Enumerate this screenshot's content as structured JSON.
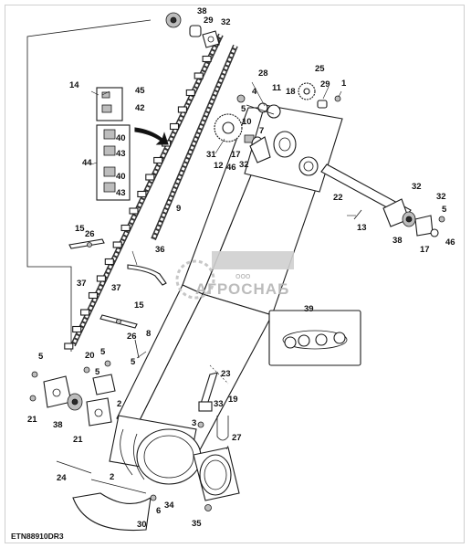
{
  "figure": {
    "id": "ETN88910DR3"
  },
  "watermark": {
    "brand": "АГРОСНАБ",
    "prefix": "ООО"
  },
  "callouts": [
    {
      "n": "38"
    },
    {
      "n": "29"
    },
    {
      "n": "32"
    },
    {
      "n": "28"
    },
    {
      "n": "25"
    },
    {
      "n": "14"
    },
    {
      "n": "45"
    },
    {
      "n": "42"
    },
    {
      "n": "4"
    },
    {
      "n": "11"
    },
    {
      "n": "18"
    },
    {
      "n": "29"
    },
    {
      "n": "1"
    },
    {
      "n": "5"
    },
    {
      "n": "10"
    },
    {
      "n": "40"
    },
    {
      "n": "7"
    },
    {
      "n": "43"
    },
    {
      "n": "31"
    },
    {
      "n": "17"
    },
    {
      "n": "44"
    },
    {
      "n": "12"
    },
    {
      "n": "46"
    },
    {
      "n": "32"
    },
    {
      "n": "40"
    },
    {
      "n": "43"
    },
    {
      "n": "22"
    },
    {
      "n": "32"
    },
    {
      "n": "9"
    },
    {
      "n": "5"
    },
    {
      "n": "32"
    },
    {
      "n": "13"
    },
    {
      "n": "38"
    },
    {
      "n": "17"
    },
    {
      "n": "46"
    },
    {
      "n": "15"
    },
    {
      "n": "26"
    },
    {
      "n": "36"
    },
    {
      "n": "37"
    },
    {
      "n": "37"
    },
    {
      "n": "15"
    },
    {
      "n": "39"
    },
    {
      "n": "26"
    },
    {
      "n": "8"
    },
    {
      "n": "5"
    },
    {
      "n": "20"
    },
    {
      "n": "5"
    },
    {
      "n": "5"
    },
    {
      "n": "23"
    },
    {
      "n": "5"
    },
    {
      "n": "2"
    },
    {
      "n": "33"
    },
    {
      "n": "19"
    },
    {
      "n": "21"
    },
    {
      "n": "38"
    },
    {
      "n": "21"
    },
    {
      "n": "3"
    },
    {
      "n": "27"
    },
    {
      "n": "24"
    },
    {
      "n": "2"
    },
    {
      "n": "34"
    },
    {
      "n": "6"
    },
    {
      "n": "30"
    },
    {
      "n": "35"
    }
  ]
}
